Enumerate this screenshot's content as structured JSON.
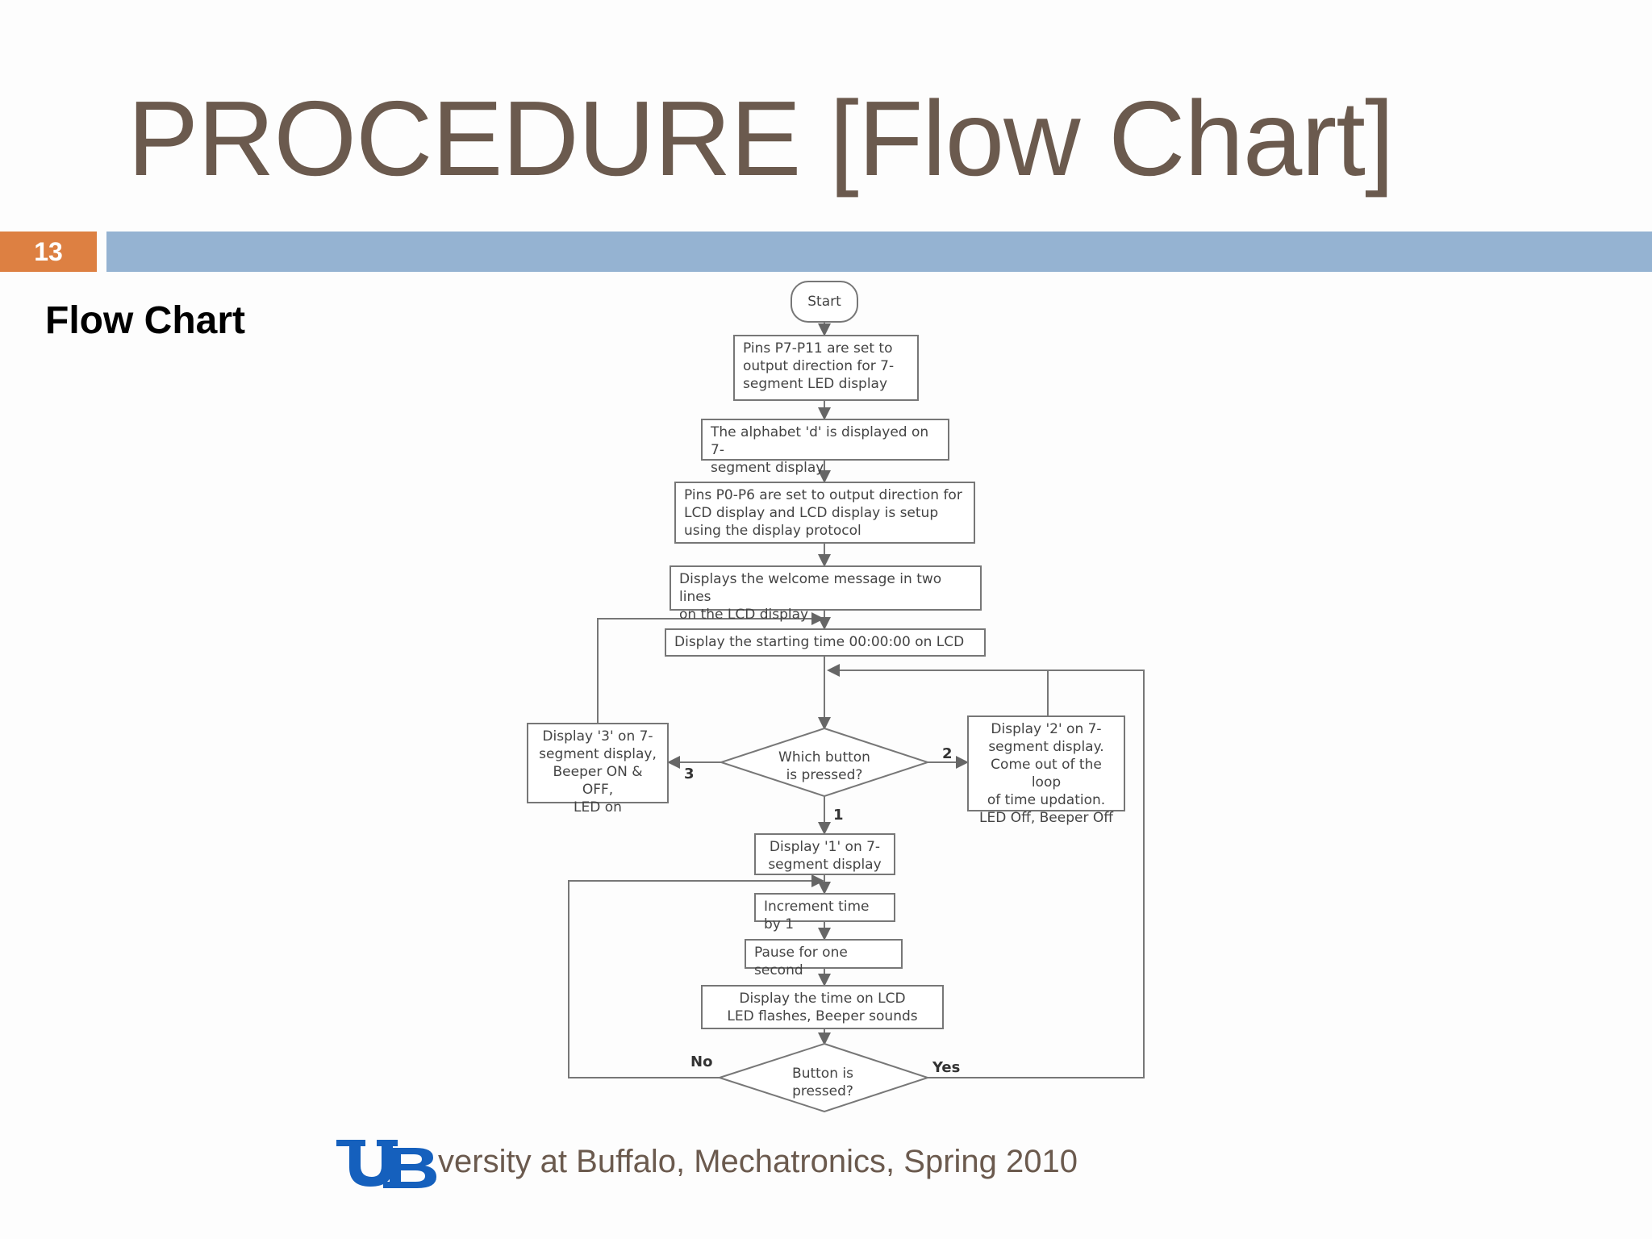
{
  "slide": {
    "title": "PROCEDURE [Flow Chart]",
    "number": "13",
    "subheading": "Flow Chart",
    "footer": "versity at Buffalo, Mechatronics, Spring 2010",
    "colors": {
      "title": "#6b5a4e",
      "number_box": "#dd8042",
      "band": "#95b3d2"
    }
  },
  "flowchart": {
    "start": "Start",
    "step1": "Pins P7-P11 are set to\noutput direction for 7-\nsegment LED display",
    "step2": "The alphabet 'd' is displayed on 7-\nsegment display",
    "step3": "Pins P0-P6 are set to output direction for\nLCD display and LCD display is setup\nusing the display protocol",
    "step4": "Displays the welcome message in two lines\non the LCD display",
    "step5": "Display the starting time 00:00:00 on LCD",
    "decision1": "Which button\nis pressed?",
    "branch3": "Display '3' on 7-\nsegment display,\nBeeper ON & OFF,\nLED on",
    "branch2": "Display '2' on 7-\nsegment display.\nCome out of the loop\nof time updation.\nLED Off, Beeper Off",
    "step6": "Display '1' on 7-\nsegment display",
    "step7": "Increment time by 1",
    "step8": "Pause for one second",
    "step9": "Display the time on LCD\nLED flashes, Beeper sounds",
    "decision2": "Button is\npressed?",
    "labels": {
      "three": "3",
      "two": "2",
      "one": "1",
      "no": "No",
      "yes": "Yes"
    }
  }
}
